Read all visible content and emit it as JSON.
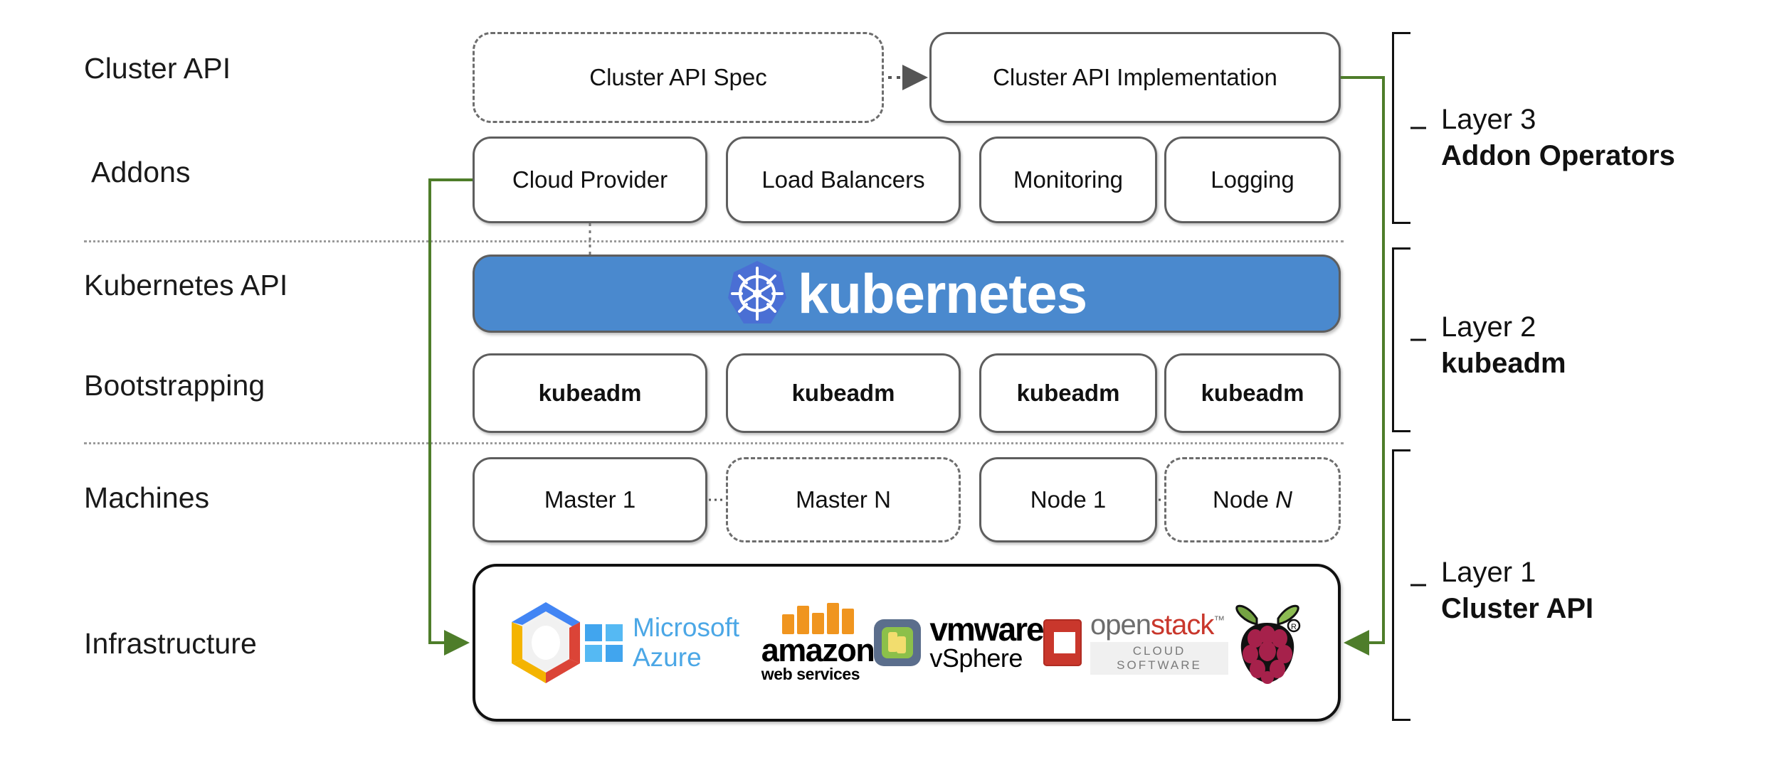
{
  "diagram": {
    "title": "Kubernetes Cluster API layered architecture",
    "accent_green": "#4e7d2a",
    "k8s_blue": "#4a89ce",
    "k8s_logo_blue": "#4a6fd4",
    "border_gray": "#5e5e5e"
  },
  "row_labels": [
    {
      "id": "cluster-api",
      "text": "Cluster API"
    },
    {
      "id": "addons",
      "text": "Addons"
    },
    {
      "id": "kubernetes-api",
      "text": "Kubernetes API"
    },
    {
      "id": "bootstrapping",
      "text": "Bootstrapping"
    },
    {
      "id": "machines",
      "text": "Machines"
    },
    {
      "id": "infrastructure",
      "text": "Infrastructure"
    }
  ],
  "cluster_api_row": {
    "spec": {
      "label": "Cluster API Spec",
      "style": "dashed"
    },
    "implementation": {
      "label": "Cluster API Implementation",
      "style": "solid"
    },
    "arrow": "dotted-arrow-right"
  },
  "addons_row": [
    {
      "label": "Cloud Provider"
    },
    {
      "label": "Load Balancers"
    },
    {
      "label": "Monitoring"
    },
    {
      "label": "Logging"
    }
  ],
  "kubernetes_banner": {
    "wordmark": "kubernetes",
    "logo": "kubernetes-helm-wheel-icon"
  },
  "bootstrapping_row": [
    {
      "label": "kubeadm"
    },
    {
      "label": "kubeadm"
    },
    {
      "label": "kubeadm"
    },
    {
      "label": "kubeadm"
    }
  ],
  "machines_row": [
    {
      "label": "Master 1",
      "style": "solid"
    },
    {
      "label": "Master N",
      "style": "dashed"
    },
    {
      "label": "Node 1",
      "style": "solid"
    },
    {
      "label": "Node N",
      "style": "dashed",
      "italic_suffix": true
    }
  ],
  "infrastructure_logos": [
    {
      "name": "google-cloud-platform-icon",
      "text": ""
    },
    {
      "name": "microsoft-azure-logo",
      "text": "Microsoft Azure"
    },
    {
      "name": "amazon-web-services-logo",
      "text": "amazon",
      "sub": "web services"
    },
    {
      "name": "vmware-vsphere-logo",
      "text": "vmware",
      "sub": "vSphere"
    },
    {
      "name": "openstack-logo",
      "text_a": "open",
      "text_b": "stack",
      "sub": "CLOUD SOFTWARE"
    },
    {
      "name": "raspberry-pi-logo",
      "text": ""
    }
  ],
  "layers": [
    {
      "id": "layer-3",
      "name": "Layer 3",
      "title": "Addon Operators"
    },
    {
      "id": "layer-2",
      "name": "Layer 2",
      "title": "kubeadm"
    },
    {
      "id": "layer-1",
      "name": "Layer 1",
      "title": "Cluster API"
    }
  ]
}
